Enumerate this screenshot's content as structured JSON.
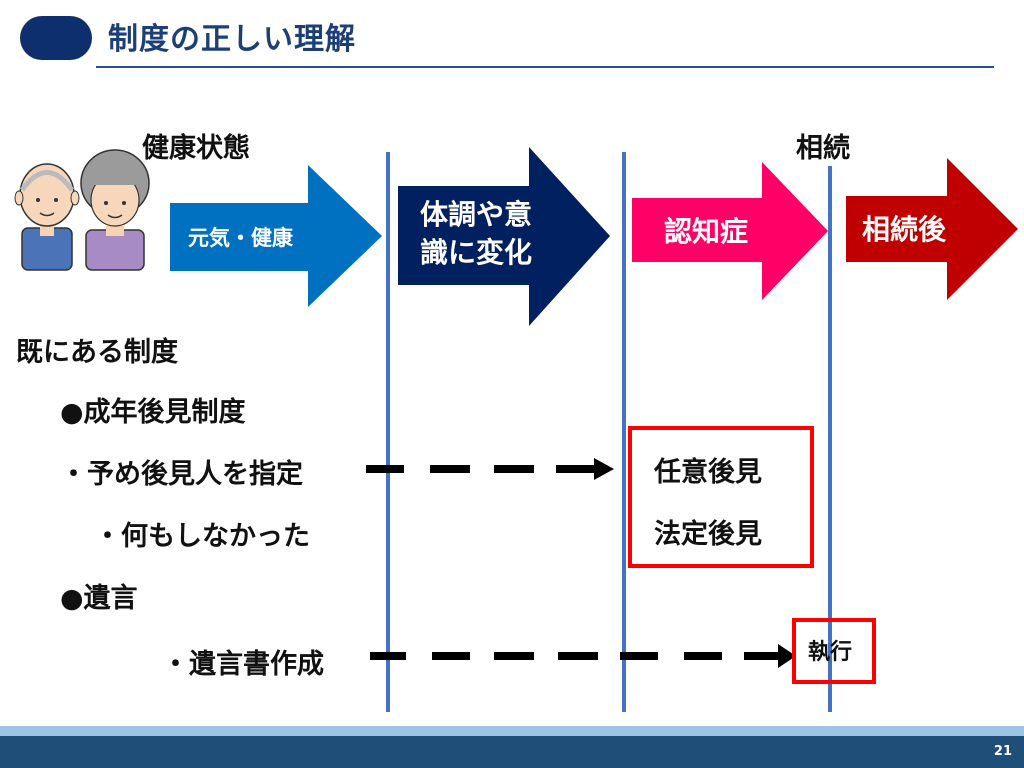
{
  "header": {
    "title": "制度の正しい理解"
  },
  "timeline": {
    "label_health": "健康状態",
    "label_inherit": "相続",
    "stages": [
      {
        "label": "元気・健康",
        "color": "#0070c0"
      },
      {
        "label_line1": "体調や意",
        "label_line2": "識に変化",
        "color": "#002060"
      },
      {
        "label": "認知症",
        "color": "#ff0066"
      },
      {
        "label": "相続後",
        "color": "#c00000"
      }
    ]
  },
  "systems": {
    "heading": "既にある制度",
    "guardianship": {
      "title": "●成年後見制度",
      "item1": "・予め後見人を指定",
      "item2": "・何もしなかった",
      "result1": "任意後見",
      "result2": "法定後見"
    },
    "will": {
      "title": "●遺言",
      "item1": "・遺言書作成",
      "result": "執行"
    }
  },
  "footer": {
    "page_number": "21"
  },
  "colors": {
    "divider": "#4472c4",
    "highlight": "#ff0000",
    "title": "#1d3f78"
  }
}
